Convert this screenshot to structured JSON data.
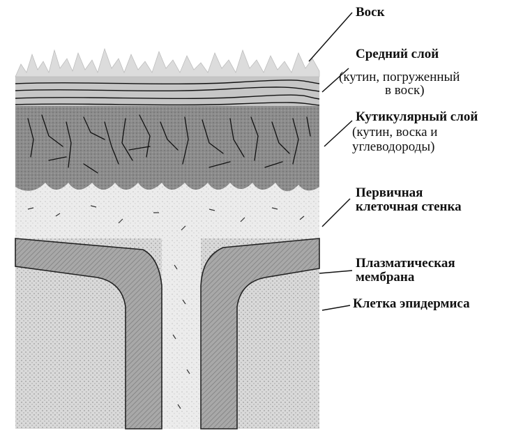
{
  "labels": {
    "wax": "Воск",
    "middle_layer": "Средний слой",
    "middle_layer_desc_1": "(кутин, погруженный",
    "middle_layer_desc_2": "в воск)",
    "cuticular_layer": "Кутикулярный слой",
    "cuticular_desc_1": "(кутин, воска и",
    "cuticular_desc_2": "углеводороды)",
    "primary_wall_1": "Первичная",
    "primary_wall_2": "клеточная стенка",
    "plasma_membrane_1": "Плазматическая",
    "plasma_membrane_2": "мембрана",
    "epidermal_cell": "Клетка эпидермиса"
  },
  "colors": {
    "wax": "#d8d8d8",
    "middle_layer": "#c9c9c9",
    "cuticular_layer": "#8f8f8f",
    "primary_wall": "#e4e4e4",
    "membrane": "#9a9a9a",
    "cell": "#cfcfcf",
    "line": "#111111"
  }
}
